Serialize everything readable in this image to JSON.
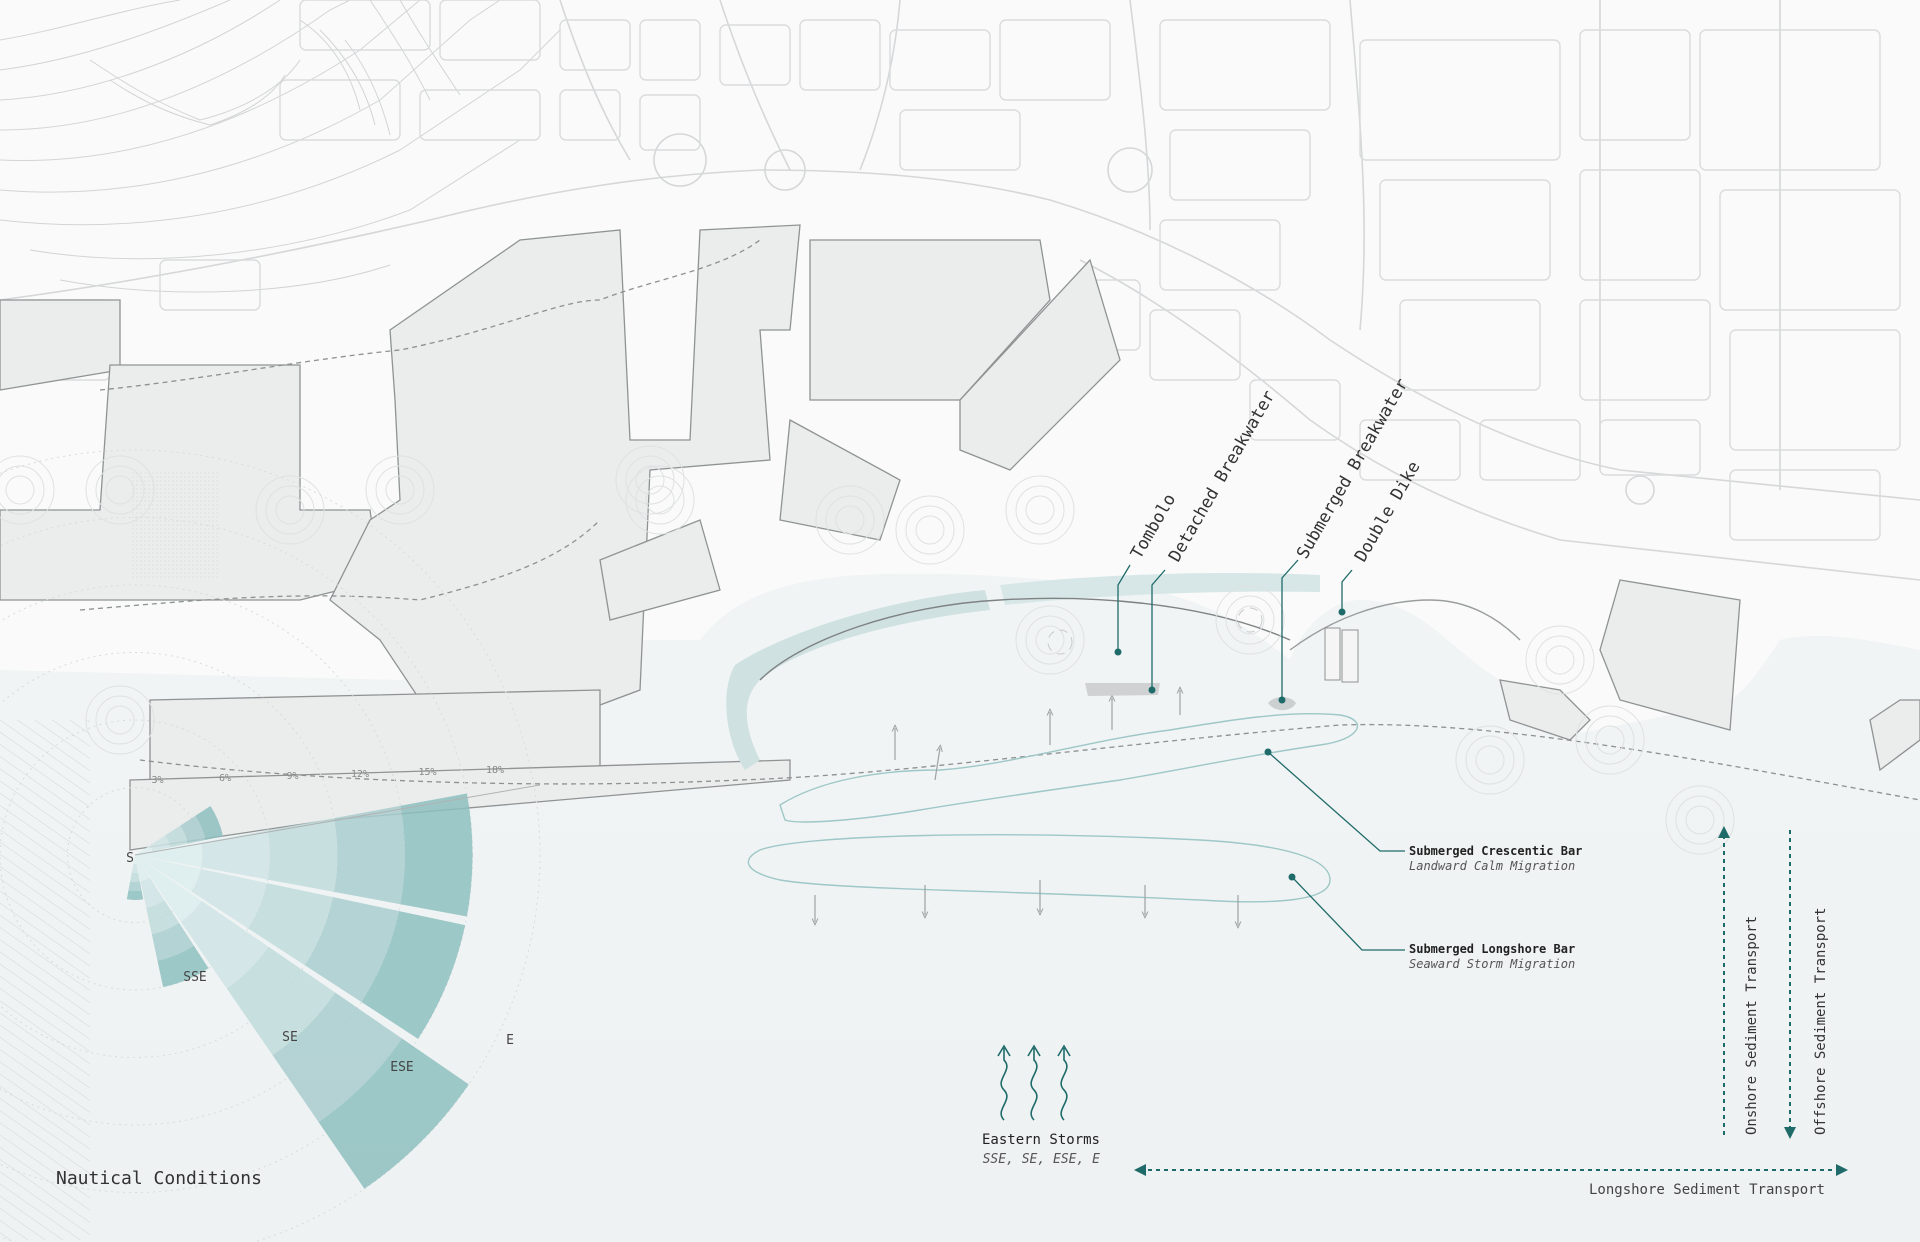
{
  "map": {
    "title": "Nautical Conditions",
    "colors": {
      "water": "#f2f5f5",
      "land": "#ebecec",
      "teal_accent": "#1f6b6a",
      "teal_fill": "#b9d6d7",
      "street_line": "#d5d7d8",
      "pier_outline": "#8f9394"
    },
    "structure_labels": [
      {
        "id": "tombolo",
        "text": "Tombolo"
      },
      {
        "id": "detached",
        "text": "Detached Breakwater"
      },
      {
        "id": "submerged",
        "text": "Submerged Breakwater"
      },
      {
        "id": "double",
        "text": "Double Dike"
      }
    ],
    "bars": [
      {
        "id": "crescentic",
        "name": "Submerged Crescentic Bar",
        "note": "Landward Calm Migration"
      },
      {
        "id": "longshore",
        "name": "Submerged Longshore Bar",
        "note": "Seaward Storm Migration"
      }
    ],
    "storms": {
      "title": "Eastern Storms",
      "directions": "SSE, SE, ESE, E"
    },
    "transport": {
      "onshore": "Onshore Sediment Transport",
      "offshore": "Offshore Sediment Transport",
      "longshore": "Longshore Sediment Transport"
    },
    "wind_rose": {
      "direction_labels": [
        "S",
        "SSE",
        "SE",
        "ESE",
        "E"
      ],
      "percent_labels": [
        "3%",
        "6%",
        "9%",
        "12%",
        "15%",
        "18%"
      ],
      "sectors": [
        {
          "direction": "S",
          "frequency_pct": 2
        },
        {
          "direction": "SSE",
          "frequency_pct": 6
        },
        {
          "direction": "SE",
          "frequency_pct": 18
        },
        {
          "direction": "ESE",
          "frequency_pct": 15
        },
        {
          "direction": "E",
          "frequency_pct": 15
        },
        {
          "direction": "ENE",
          "frequency_pct": 4
        }
      ],
      "bands": 5,
      "colors": [
        "#dcecec",
        "#cfe3e4",
        "#bfdadb",
        "#a9cdce",
        "#8ebfc0"
      ]
    }
  }
}
